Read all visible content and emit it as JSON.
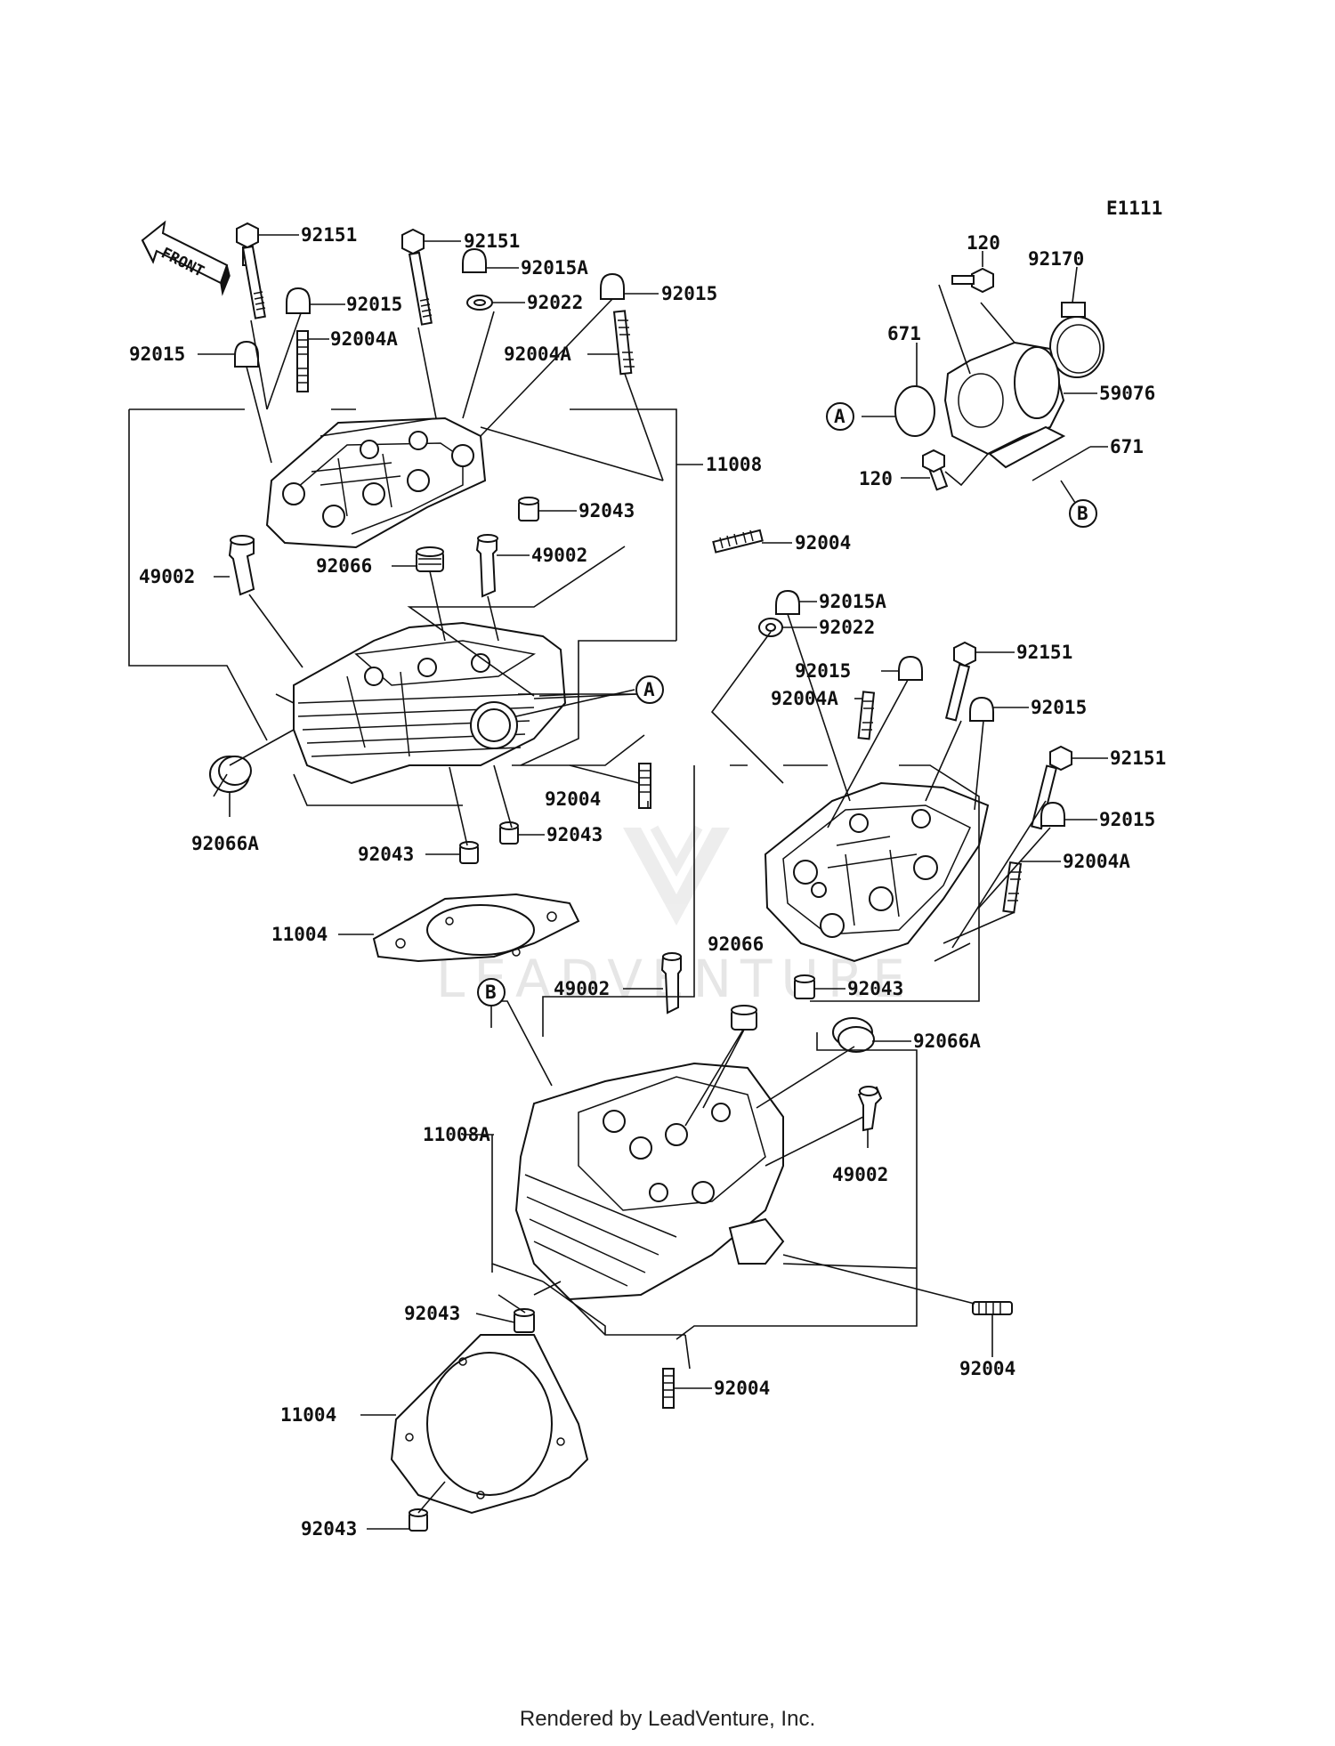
{
  "diagram_code": "E1111",
  "front_label": "FRONT",
  "watermark": "LEADVENTURE",
  "footer": "Rendered by LeadVenture, Inc.",
  "callouts": [
    {
      "id": "c1",
      "text": "92151"
    },
    {
      "id": "c2",
      "text": "92151"
    },
    {
      "id": "c3",
      "text": "92015A"
    },
    {
      "id": "c4",
      "text": "92015"
    },
    {
      "id": "c5",
      "text": "92022"
    },
    {
      "id": "c6",
      "text": "92015"
    },
    {
      "id": "c7",
      "text": "92004A"
    },
    {
      "id": "c8",
      "text": "92015"
    },
    {
      "id": "c9",
      "text": "92004A"
    },
    {
      "id": "c10",
      "text": "11008"
    },
    {
      "id": "c11",
      "text": "92043"
    },
    {
      "id": "c12",
      "text": "49002"
    },
    {
      "id": "c13",
      "text": "92066"
    },
    {
      "id": "c14",
      "text": "49002"
    },
    {
      "id": "c15",
      "text": "92004"
    },
    {
      "id": "c16",
      "text": "92015A"
    },
    {
      "id": "c17",
      "text": "92022"
    },
    {
      "id": "c18",
      "text": "92151"
    },
    {
      "id": "c19",
      "text": "92015"
    },
    {
      "id": "c20",
      "text": "92004A"
    },
    {
      "id": "c21",
      "text": "92015"
    },
    {
      "id": "c22",
      "text": "92151"
    },
    {
      "id": "c23",
      "text": "92015"
    },
    {
      "id": "c24",
      "text": "92004A"
    },
    {
      "id": "c25",
      "text": "92066A"
    },
    {
      "id": "c26",
      "text": "92004"
    },
    {
      "id": "c27",
      "text": "92043"
    },
    {
      "id": "c28",
      "text": "92043"
    },
    {
      "id": "c29",
      "text": "11004"
    },
    {
      "id": "c30",
      "text": "92066"
    },
    {
      "id": "c31",
      "text": "49002"
    },
    {
      "id": "c32",
      "text": "92043"
    },
    {
      "id": "c33",
      "text": "92066A"
    },
    {
      "id": "c34",
      "text": "11008A"
    },
    {
      "id": "c35",
      "text": "49002"
    },
    {
      "id": "c36",
      "text": "92043"
    },
    {
      "id": "c37",
      "text": "92004"
    },
    {
      "id": "c38",
      "text": "92004"
    },
    {
      "id": "c39",
      "text": "11004"
    },
    {
      "id": "c40",
      "text": "92043"
    },
    {
      "id": "c41",
      "text": "120"
    },
    {
      "id": "c42",
      "text": "92170"
    },
    {
      "id": "c43",
      "text": "671"
    },
    {
      "id": "c44",
      "text": "59076"
    },
    {
      "id": "c45",
      "text": "671"
    },
    {
      "id": "c46",
      "text": "120"
    }
  ],
  "markers": [
    {
      "id": "m1",
      "text": "A"
    },
    {
      "id": "m2",
      "text": "A"
    },
    {
      "id": "m3",
      "text": "B"
    },
    {
      "id": "m4",
      "text": "B"
    }
  ]
}
